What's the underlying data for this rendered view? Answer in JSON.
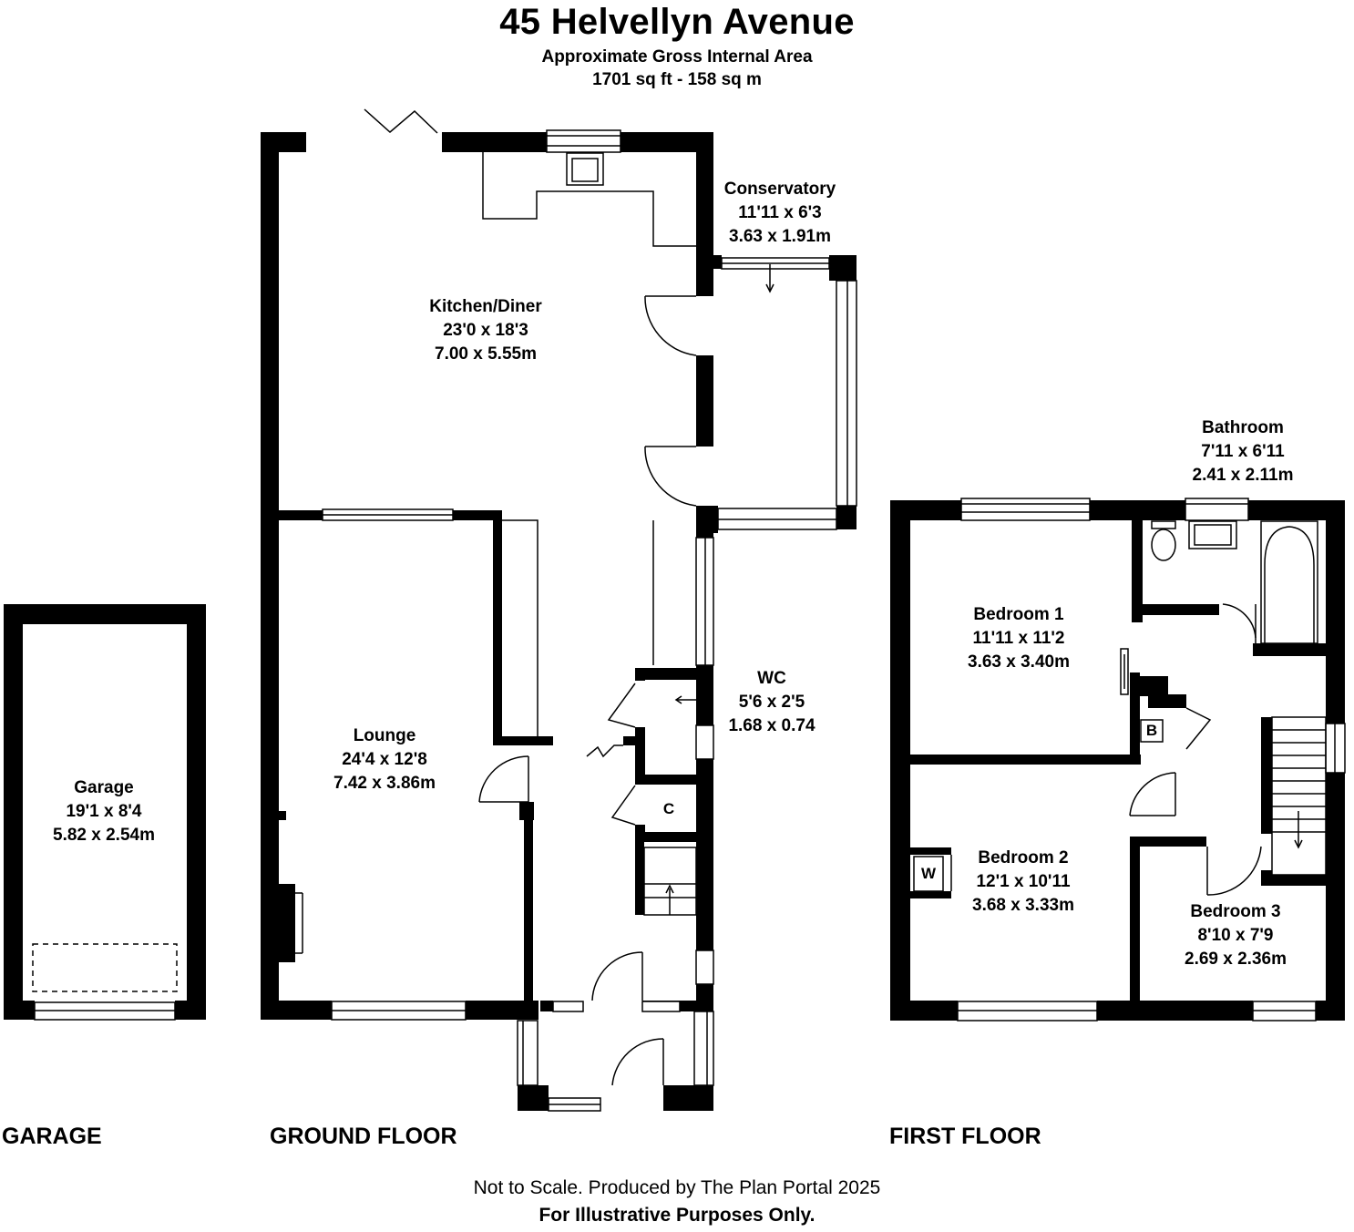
{
  "header": {
    "title": "45 Helvellyn Avenue",
    "subtitle": "Approximate Gross Internal Area",
    "area": "1701 sq ft - 158 sq m"
  },
  "rooms": {
    "conservatory": {
      "name": "Conservatory",
      "imperial": "11'11 x 6'3",
      "metric": "3.63 x 1.91m"
    },
    "kitchen": {
      "name": "Kitchen/Diner",
      "imperial": "23'0 x 18'3",
      "metric": "7.00 x 5.55m"
    },
    "lounge": {
      "name": "Lounge",
      "imperial": "24'4 x 12'8",
      "metric": "7.42 x 3.86m"
    },
    "wc": {
      "name": "WC",
      "imperial": "5'6 x 2'5",
      "metric": "1.68 x 0.74"
    },
    "garage": {
      "name": "Garage",
      "imperial": "19'1 x 8'4",
      "metric": "5.82 x 2.54m"
    },
    "bathroom": {
      "name": "Bathroom",
      "imperial": "7'11 x 6'11",
      "metric": "2.41 x 2.11m"
    },
    "bedroom1": {
      "name": "Bedroom 1",
      "imperial": "11'11 x 11'2",
      "metric": "3.63 x 3.40m"
    },
    "bedroom2": {
      "name": "Bedroom 2",
      "imperial": "12'1 x 10'11",
      "metric": "3.68 x 3.33m"
    },
    "bedroom3": {
      "name": "Bedroom 3",
      "imperial": "8'10 x 7'9",
      "metric": "2.69 x 2.36m"
    }
  },
  "markers": {
    "cupboard": "C",
    "boiler": "B",
    "wardrobe": "W"
  },
  "floors": {
    "garage": "GARAGE",
    "ground": "GROUND FLOOR",
    "first": "FIRST FLOOR"
  },
  "footer": {
    "line1": "Not to Scale. Produced by The Plan Portal 2025",
    "line2": "For Illustrative Purposes Only."
  }
}
